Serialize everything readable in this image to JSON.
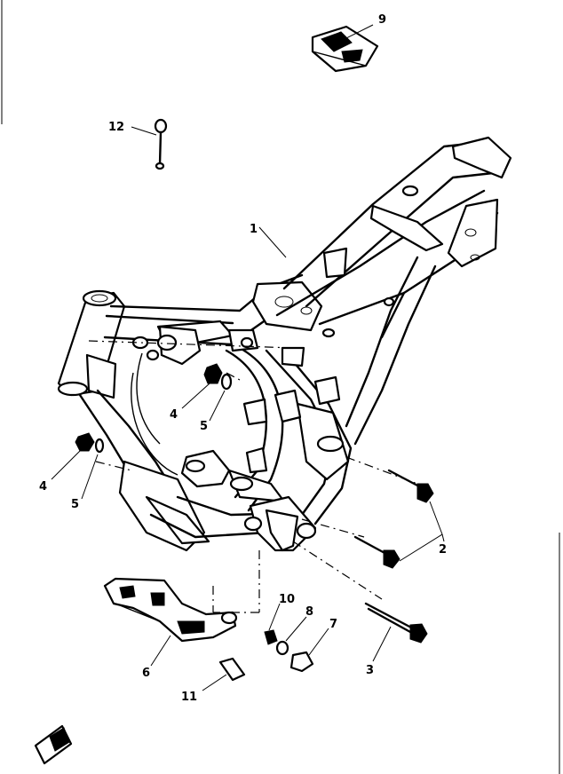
{
  "callouts": [
    {
      "id": "1",
      "label": "1"
    },
    {
      "id": "2",
      "label": "2"
    },
    {
      "id": "3",
      "label": "3"
    },
    {
      "id": "4a",
      "label": "4"
    },
    {
      "id": "4b",
      "label": "4"
    },
    {
      "id": "5a",
      "label": "5"
    },
    {
      "id": "5b",
      "label": "5"
    },
    {
      "id": "6",
      "label": "6"
    },
    {
      "id": "7",
      "label": "7"
    },
    {
      "id": "8",
      "label": "8"
    },
    {
      "id": "9",
      "label": "9"
    },
    {
      "id": "10",
      "label": "10"
    },
    {
      "id": "11",
      "label": "11"
    },
    {
      "id": "12",
      "label": "12"
    }
  ]
}
